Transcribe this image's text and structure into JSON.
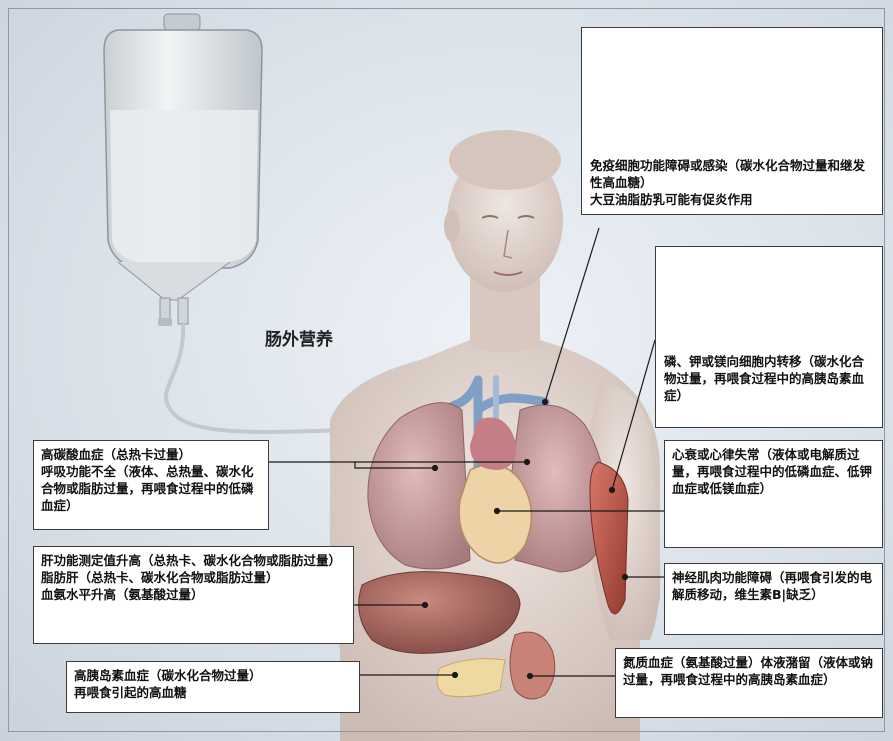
{
  "diagram_title": "肠外营养",
  "callouts": {
    "immune": {
      "lines": [
        "免疫细胞功能障碍或感染（碳水化合物过量和继发性高血糖）",
        "大豆油脂肪乳可能有促炎作用"
      ]
    },
    "phosphate": {
      "lines": [
        "磷、钾或镁向细胞内转移（碳水化合物过量，再喂食过程中的高胰岛素血症）"
      ]
    },
    "lungs": {
      "lines": [
        "高碳酸血症（总热卡过量）",
        "呼吸功能不全（液体、总热量、碳水化合物或脂肪过量，再喂食过程中的低磷血症）"
      ]
    },
    "heart": {
      "lines": [
        "心衰或心律失常（液体或电解质过量，再喂食过程中的低磷血症、低钾血症或低镁血症）"
      ]
    },
    "liver": {
      "lines": [
        "肝功能测定值升高（总热卡、碳水化合物或脂肪过量）",
        "脂肪肝（总热卡、碳水化合物或脂肪过量）",
        "血氨水平升高（氨基酸过量）"
      ]
    },
    "neuro": {
      "lines": [
        "神经肌肉功能障碍（再喂食引发的电解质移动，维生素B|缺乏）"
      ]
    },
    "pancreas": {
      "lines": [
        "高胰岛素血症（碳水化合物过量）",
        "再喂食引起的高血糖"
      ]
    },
    "kidney": {
      "lines": [
        "氮质血症（氨基酸过量）体液潴留（液体或钠过量，再喂食过程中的高胰岛素血症）"
      ]
    }
  },
  "colors": {
    "skin": "#e4d6cf",
    "lung": "#c99a9c",
    "liver": "#a86a62",
    "muscle": "#b8544a",
    "pancreas": "#efd9a2",
    "kidney": "#c98276",
    "vessel": "#7f9fc6",
    "iv_bag": "#dfe3e6"
  }
}
